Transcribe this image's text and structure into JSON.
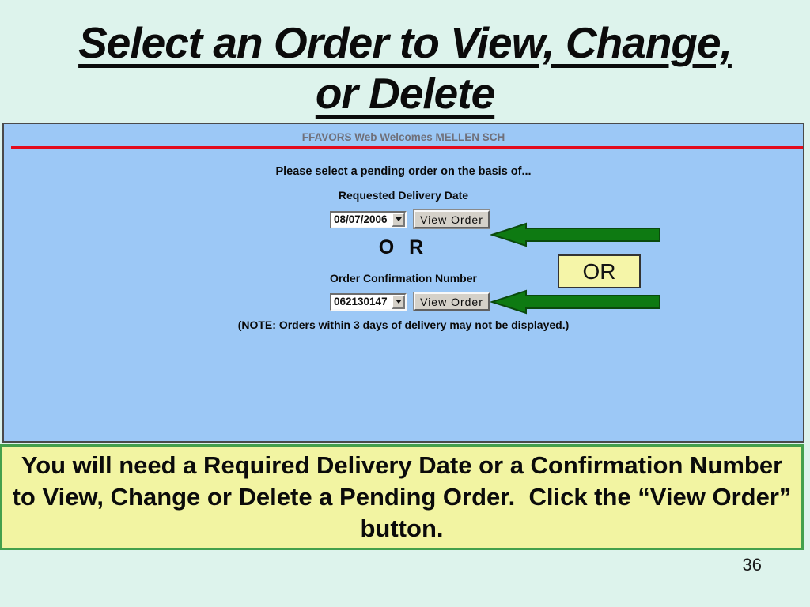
{
  "slide": {
    "title_line1": "Select an Order to View, Change,",
    "title_line2": "or Delete",
    "caption_text": "You will need a Required Delivery Date or a Confirmation Number to View, Change or Delete a Pending Order.  Click the “View Order” button.",
    "or_callout": "OR",
    "page_number": "36"
  },
  "browser_panel": {
    "header_text": "FFAVORS Web Welcomes MELLEN SCH",
    "prompt_text": "Please select a pending order on the basis of...",
    "date_section": {
      "label": "Requested Delivery Date",
      "dropdown_value": "08/07/2006",
      "button_label": "View Order"
    },
    "or_separator": "O R",
    "confirmation_section": {
      "label": "Order Confirmation Number",
      "dropdown_value": "062130147",
      "button_label": "View Order"
    },
    "note_text": "(NOTE: Orders within 3 days of delivery may not be displayed.)"
  },
  "colors": {
    "slide_background": "#ddf3ec",
    "panel_background": "#9cc8f6",
    "panel_border": "#4a4a4a",
    "red_line": "#e30b1c",
    "arrow_green": "#0e7a12",
    "arrow_outline": "#0a4a0c",
    "or_box_background": "#f5f5a8",
    "caption_background": "#f2f4a2",
    "caption_border": "#44a04c",
    "header_text_gray": "#70707a"
  }
}
